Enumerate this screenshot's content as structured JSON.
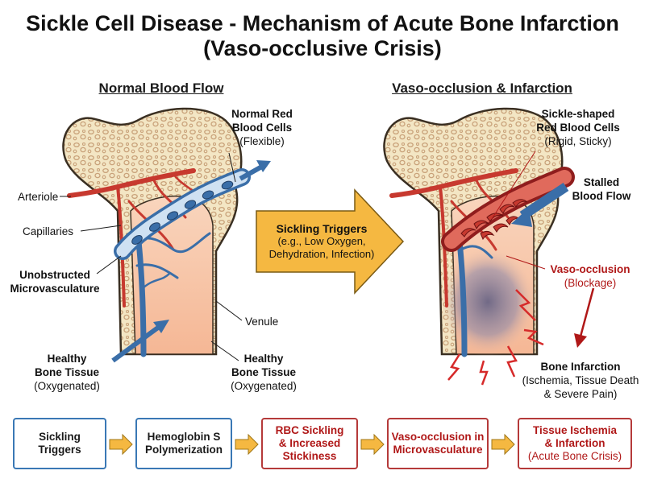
{
  "title": {
    "line1": "Sickle Cell Disease - Mechanism of Acute Bone Infarction",
    "line2": "(Vaso-occlusive Crisis)"
  },
  "left_panel": {
    "heading": "Normal Blood Flow",
    "labels": {
      "normal_rbc_1": "Normal Red",
      "normal_rbc_2": "Blood Cells",
      "normal_rbc_3": "(Flexible)",
      "arteriole": "Arteriole",
      "capillaries": "Capillaries",
      "unobstructed_1": "Unobstructed",
      "unobstructed_2": "Microvasculature",
      "venule": "Venule",
      "healthy_left_1": "Healthy",
      "healthy_left_2": "Bone Tissue",
      "healthy_left_3": "(Oxygenated)",
      "healthy_right_1": "Healthy",
      "healthy_right_2": "Bone Tissue",
      "healthy_right_3": "(Oxygenated)"
    }
  },
  "center_arrow": {
    "line1": "Sickling Triggers",
    "line2": "(e.g., Low Oxygen,",
    "line3": "Dehydration, Infection)"
  },
  "right_panel": {
    "heading": "Vaso-occlusion & Infarction",
    "labels": {
      "sickle_1": "Sickle-shaped",
      "sickle_2": "Red Blood Cells",
      "sickle_3": "(Rigid, Sticky)",
      "stalled_1": "Stalled",
      "stalled_2": "Blood Flow",
      "vaso_1": "Vaso-occlusion",
      "vaso_2": "(Blockage)",
      "infarct_1": "Bone Infarction",
      "infarct_2": "(Ischemia, Tissue Death",
      "infarct_3": "& Severe Pain)"
    }
  },
  "flow_steps": [
    {
      "line1": "Sickling",
      "line2": "Triggers",
      "line3": "",
      "style": "blue"
    },
    {
      "line1": "Hemoglobin S",
      "line2": "Polymerization",
      "line3": "",
      "style": "blue"
    },
    {
      "line1": "RBC Sickling",
      "line2": "& Increased",
      "line3": "Stickiness",
      "style": "red"
    },
    {
      "line1": "Vaso-occlusion in",
      "line2": "Microvasculature",
      "line3": "",
      "style": "red"
    },
    {
      "line1": "Tissue Ischemia",
      "line2": "& Infarction",
      "line3": "(Acute Bone Crisis)",
      "style": "red"
    }
  ],
  "colors": {
    "bone_outline": "#3a2f22",
    "bone_fill": "#f3e6c4",
    "spongy": "#c9a27a",
    "marrow": "#f7c5a8",
    "artery": "#c7392f",
    "vein": "#3a6ea8",
    "arrow_yellow": "#f5b841",
    "flow_arrow": "#f5b841"
  }
}
